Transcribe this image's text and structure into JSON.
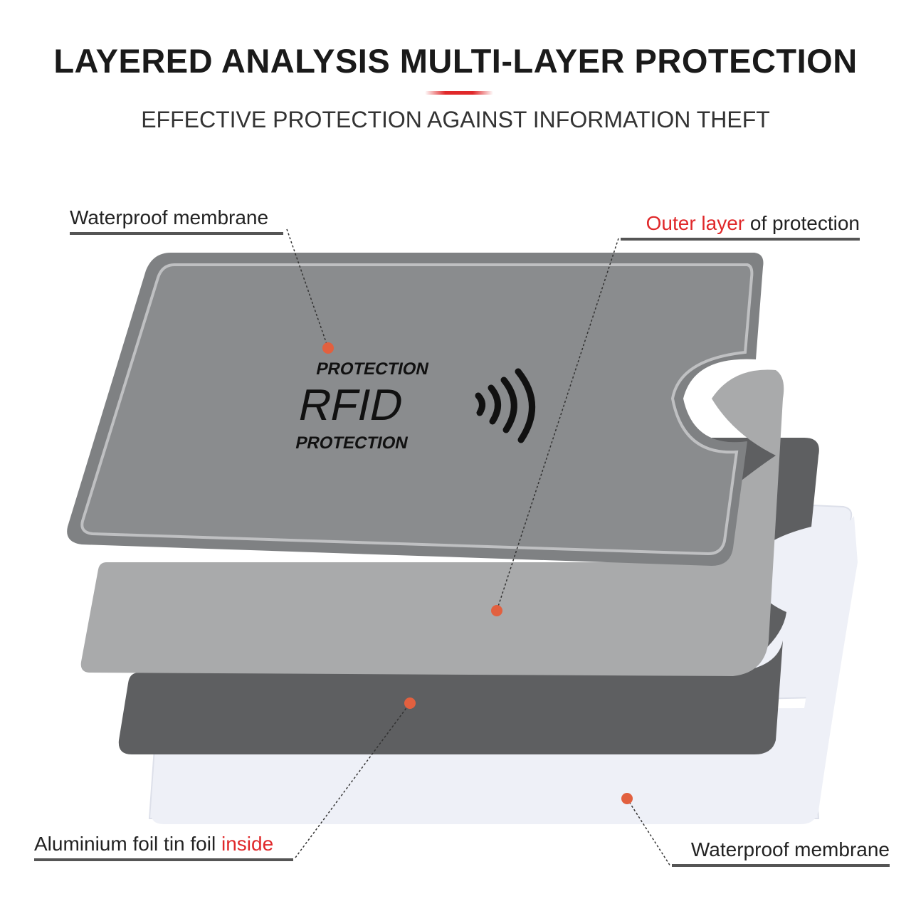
{
  "header": {
    "title": "LAYERED ANALYSIS MULTI-LAYER PROTECTION",
    "subtitle": "EFFECTIVE PROTECTION AGAINST INFORMATION THEFT"
  },
  "sleeve_logo": {
    "top": "PROTECTION",
    "main": "RFID",
    "bottom": "PROTECTION",
    "icon": "wireless-signal-icon"
  },
  "labels": {
    "top_left": "Waterproof membrane",
    "top_right_highlight": "Outer layer",
    "top_right_rest": " of protection",
    "bottom_left_rest": "Aluminium foil tin foil ",
    "bottom_left_highlight": "inside",
    "bottom_right": "Waterproof membrane"
  },
  "colors": {
    "accent": "#e0282a",
    "dot": "#e2603f",
    "outer_layer": "#8a8c8e",
    "foil_layer": "#a9aaab",
    "dark_layer": "#5e5f61",
    "membrane": "#eef0f7"
  }
}
